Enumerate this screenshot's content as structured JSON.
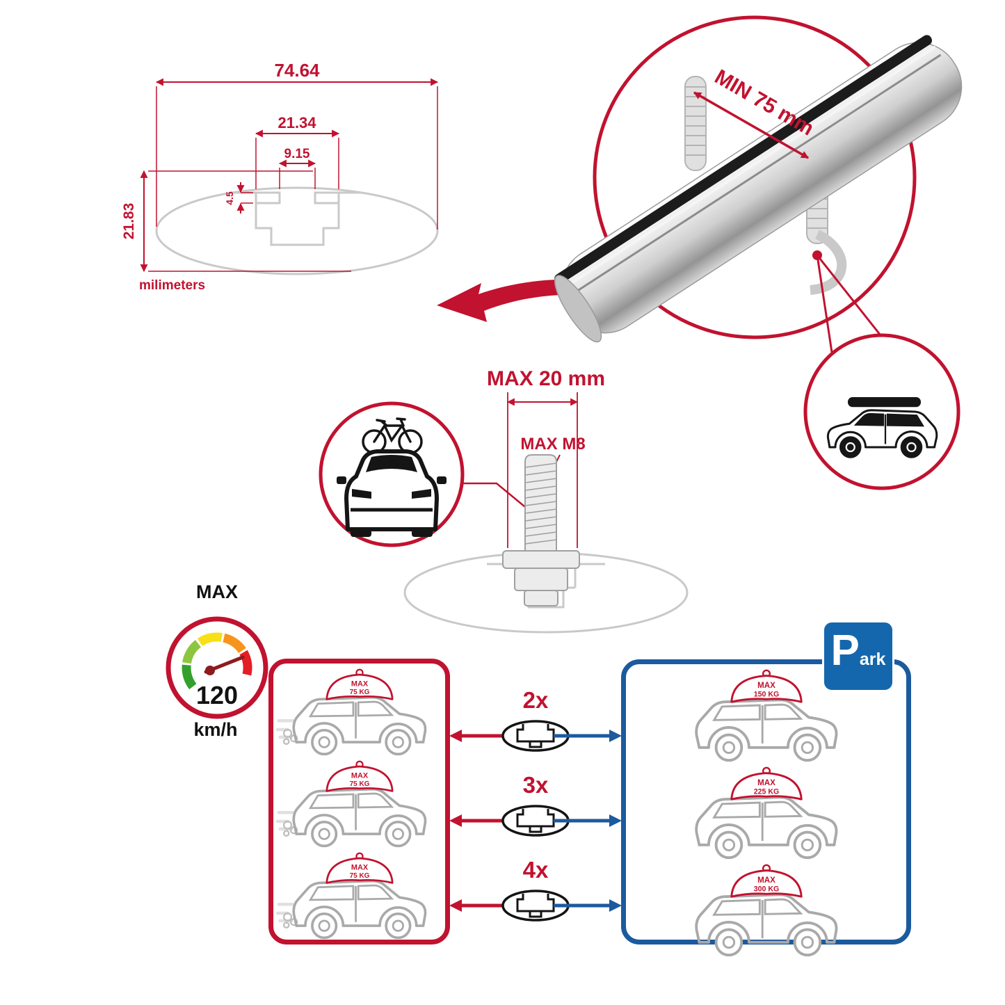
{
  "colors": {
    "accent_red": "#c1122f",
    "panel_blue": "#1c5a9e",
    "park_blue": "#1467ad",
    "diagram_gray": "#c9c9c9"
  },
  "cross_section": {
    "width_outer": "74.64",
    "slot_width": "21.34",
    "opening_width": "9.15",
    "lip_depth": "4.5",
    "height": "21.83",
    "units_label": "milimeters"
  },
  "clamp_detail": {
    "min_grip_label": "MIN 75 mm"
  },
  "bolt_detail": {
    "max_length_label": "MAX 20 mm",
    "max_thread_label": "MAX M8"
  },
  "speed_gauge": {
    "title": "MAX",
    "value": "120",
    "unit": "km/h"
  },
  "driving_zone": {
    "cars": [
      {
        "label": "MAX",
        "weight": "75 KG"
      },
      {
        "label": "MAX",
        "weight": "75 KG"
      },
      {
        "label": "MAX",
        "weight": "75 KG"
      }
    ]
  },
  "bar_counts": [
    "2x",
    "3x",
    "4x"
  ],
  "parking_zone": {
    "sign_big": "P",
    "sign_small": "ark",
    "cars": [
      {
        "label": "MAX",
        "weight": "150 KG"
      },
      {
        "label": "MAX",
        "weight": "225 KG"
      },
      {
        "label": "MAX",
        "weight": "300 KG"
      }
    ]
  }
}
